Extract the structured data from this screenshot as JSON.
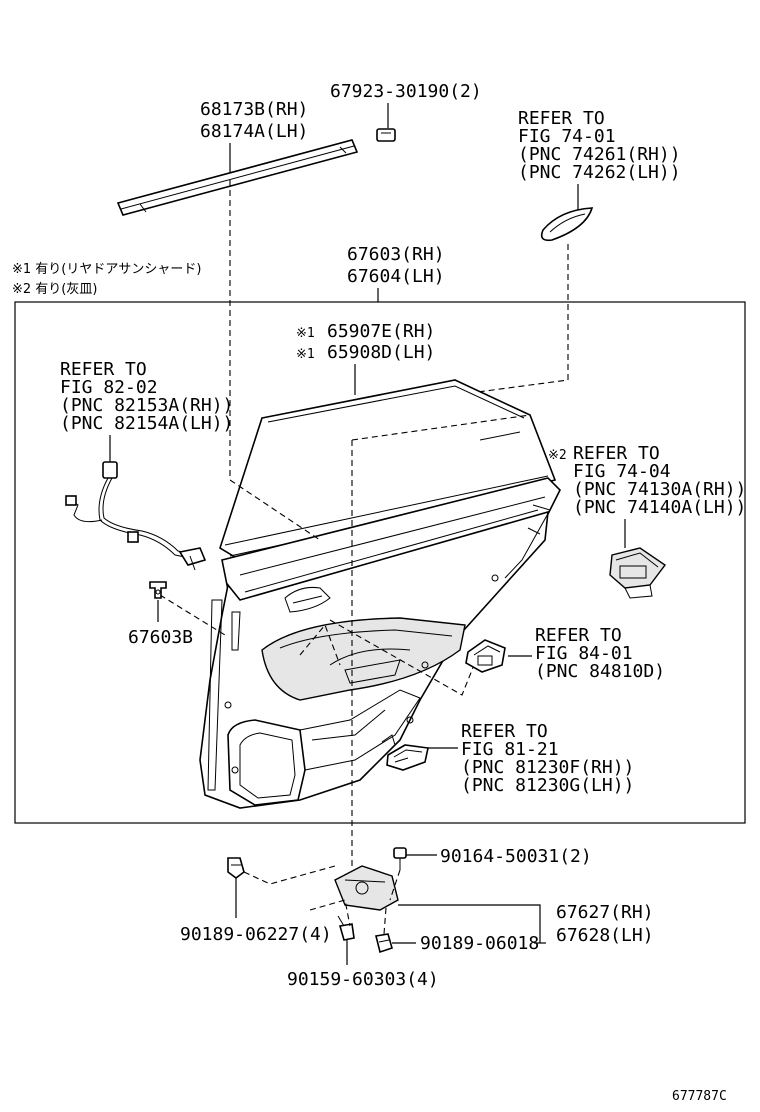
{
  "notes": {
    "note1": "※1 有り(リヤドアサンシャード)",
    "note2": "※2 有り(灰皿)"
  },
  "labels": {
    "p68173_rh": "68173B(RH)",
    "p68174_lh": "68174A(LH)",
    "p67923": "67923-30190(2)",
    "ref7401": [
      "REFER TO",
      "FIG 74-01",
      "(PNC 74261(RH))",
      "(PNC 74262(LH))"
    ],
    "p67603_rh": "67603(RH)",
    "p67604_lh": "67604(LH)",
    "p65907_prefix": "※1",
    "p65907": "65907E(RH)",
    "p65908_prefix": "※1",
    "p65908": "65908D(LH)",
    "ref8202": [
      "REFER TO",
      "FIG 82-02",
      "(PNC 82153A(RH))",
      "(PNC 82154A(LH))"
    ],
    "ref7404_prefix": "※2",
    "ref7404": [
      "REFER TO",
      "FIG 74-04",
      "(PNC 74130A(RH))",
      "(PNC 74140A(LH))"
    ],
    "p67603b": "67603B",
    "ref8401": [
      "REFER TO",
      "FIG 84-01",
      "(PNC 84810D)"
    ],
    "ref8121": [
      "REFER TO",
      "FIG 81-21",
      "(PNC 81230F(RH))",
      "(PNC 81230G(LH))"
    ],
    "p90164": "90164-50031(2)",
    "p90189a": "90189-06227(4)",
    "p67627_rh": "67627(RH)",
    "p67628_lh": "67628(LH)",
    "p90189b": "90189-06018",
    "p90159": "90159-60303(4)",
    "illustration_id": "677787C"
  }
}
